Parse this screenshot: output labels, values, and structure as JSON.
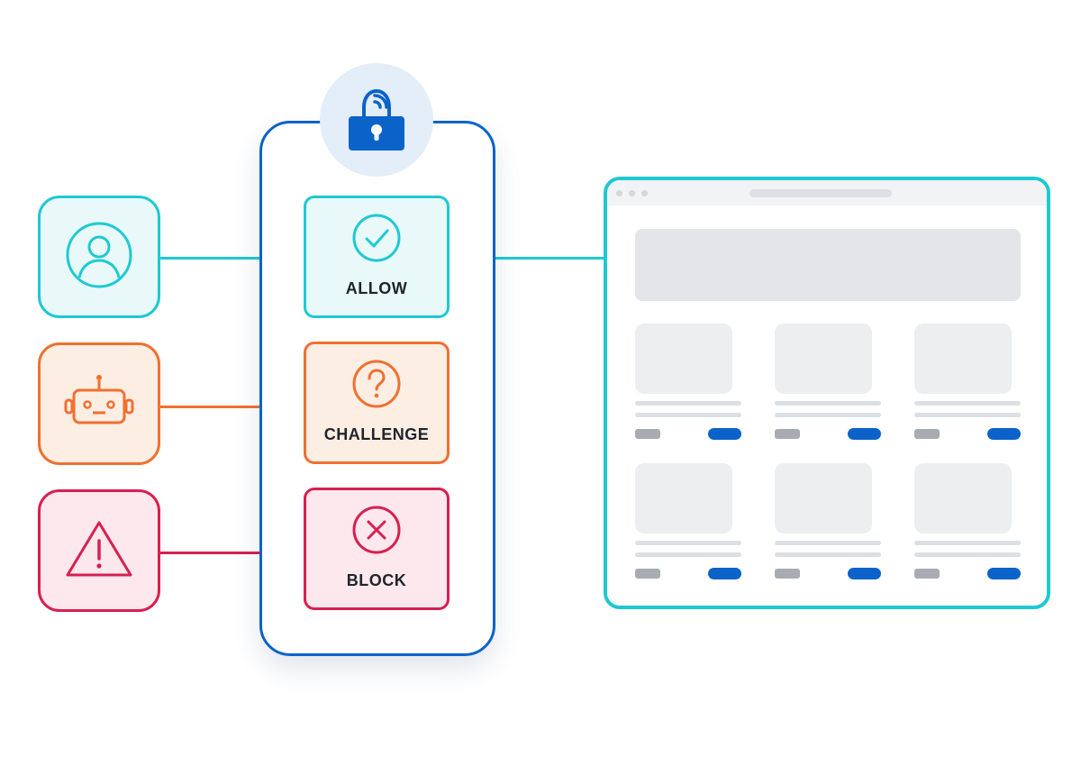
{
  "colors": {
    "human": "#1ec9d2",
    "bot": "#f07030",
    "threat": "#d81f51",
    "primary": "#0b63c9",
    "allow_bg": "#e9f9fa",
    "challenge_bg": "#fdeee4",
    "block_bg": "#fce8ed"
  },
  "sources": [
    {
      "name": "user",
      "icon": "user-icon"
    },
    {
      "name": "bot",
      "icon": "robot-icon"
    },
    {
      "name": "threat",
      "icon": "warning-icon"
    }
  ],
  "security": {
    "icon": "lock-icon"
  },
  "actions": [
    {
      "label": "ALLOW",
      "icon": "check-circle-icon"
    },
    {
      "label": "CHALLENGE",
      "icon": "question-circle-icon"
    },
    {
      "label": "BLOCK",
      "icon": "x-circle-icon"
    }
  ],
  "website": {
    "card_count": 6
  }
}
